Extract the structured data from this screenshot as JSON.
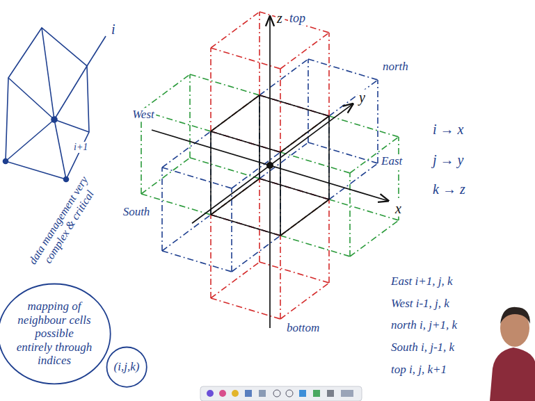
{
  "diagram": {
    "nodes": [
      {
        "text": [
          "mapping of neighbour cells possible entirely through indices"
        ]
      },
      {
        "text": [
          "(i,j,k)"
        ]
      }
    ],
    "labels": [
      "i",
      "i+1",
      "data management very complex & critical",
      "z",
      "top",
      "y",
      "north",
      "West",
      "East",
      "x",
      "South",
      "bottom",
      "i → x",
      "j → y",
      "k → z",
      "East i+1, j, k",
      "West i-1, j, k",
      "north i, j+1, k",
      "South i, j-1, k",
      "top i, j, k+1"
    ]
  }
}
